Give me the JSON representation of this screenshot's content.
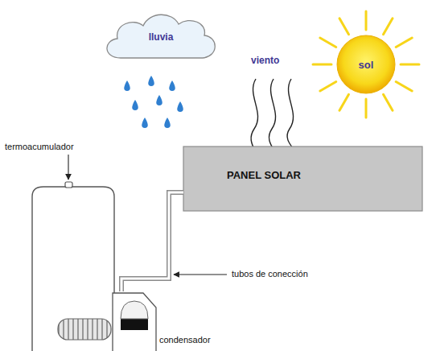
{
  "diagram": {
    "nodes": [
      {
        "text": [
          "lluvia"
        ]
      },
      {
        "text": [
          "sol"
        ]
      },
      {
        "text": [
          "PANEL SOLAR"
        ]
      }
    ],
    "labels": [
      "viento",
      "termoacumulador",
      "tubos de conección",
      "condensador"
    ]
  }
}
